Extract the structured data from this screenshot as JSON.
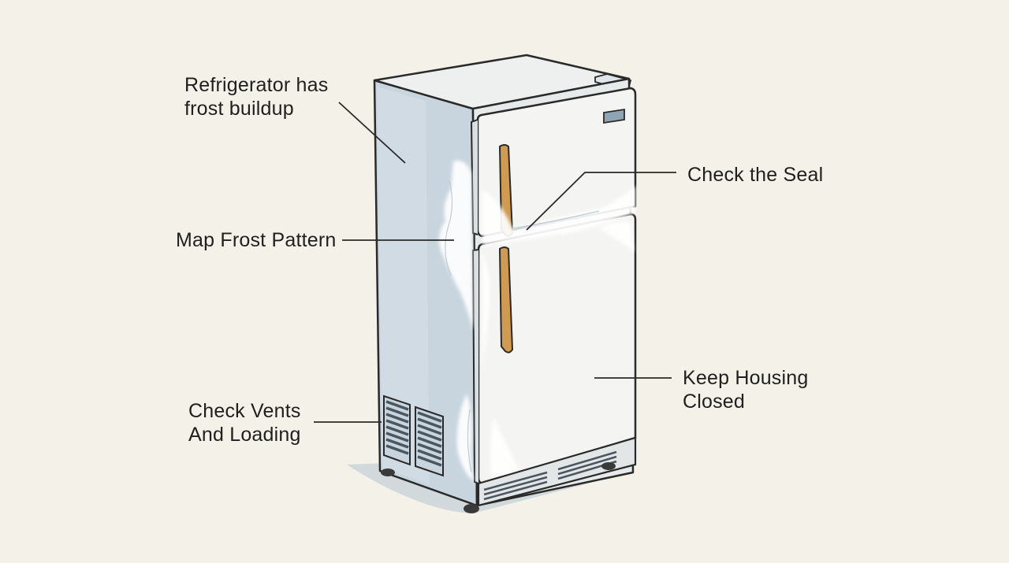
{
  "labels": {
    "frost_buildup": [
      "Refrigerator has",
      "frost buildup"
    ],
    "check_seal": [
      "Check the Seal"
    ],
    "map_frost": [
      "Map Frost Pattern"
    ],
    "keep_closed": [
      "Keep Housing",
      "Closed"
    ],
    "check_vents": [
      "Check Vents",
      "And Loading"
    ]
  },
  "colors": {
    "background": "#f4f1e8",
    "body_side": "#c7d3dc",
    "door": "#f3f4f1",
    "handle": "#d09a52",
    "frost": "#ffffff",
    "outline": "#2a2a2a",
    "shadow": "#b9c7d2"
  }
}
